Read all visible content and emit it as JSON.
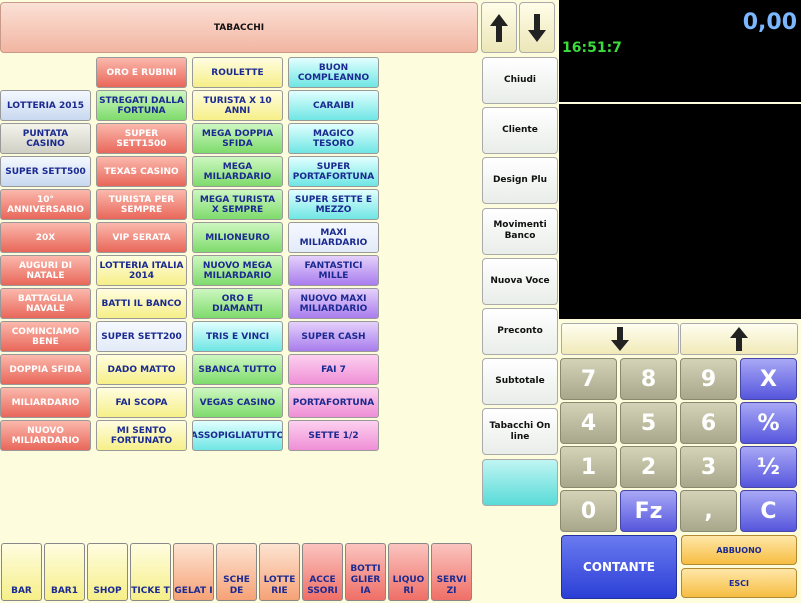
{
  "header": {
    "title": "TABACCHI"
  },
  "display": {
    "amount": "0,00",
    "time": "16:51:7"
  },
  "products": [
    {
      "label": "ORO E RUBINI",
      "col": 1,
      "row": 0,
      "color": "red"
    },
    {
      "label": "ROULETTE",
      "col": 2,
      "row": 0,
      "color": "yel"
    },
    {
      "label": "BUON COMPLEANNO",
      "col": 3,
      "row": 0,
      "color": "cyn"
    },
    {
      "label": "LOTTERIA 2015",
      "col": 0,
      "row": 1,
      "color": "lbl"
    },
    {
      "label": "STREGATI DALLA FORTUNA",
      "col": 1,
      "row": 1,
      "color": "grn"
    },
    {
      "label": "TURISTA X 10 ANNI",
      "col": 2,
      "row": 1,
      "color": "yel"
    },
    {
      "label": "CARAIBI",
      "col": 3,
      "row": 1,
      "color": "cyn"
    },
    {
      "label": "PUNTATA CASINO",
      "col": 0,
      "row": 2,
      "color": "lgr"
    },
    {
      "label": "SUPER SETT1500",
      "col": 1,
      "row": 2,
      "color": "red"
    },
    {
      "label": "MEGA DOPPIA SFIDA",
      "col": 2,
      "row": 2,
      "color": "grn"
    },
    {
      "label": "MAGICO TESORO",
      "col": 3,
      "row": 2,
      "color": "cyn"
    },
    {
      "label": "SUPER SETT500",
      "col": 0,
      "row": 3,
      "color": "lbl"
    },
    {
      "label": "TEXAS CASINO",
      "col": 1,
      "row": 3,
      "color": "red"
    },
    {
      "label": "MEGA MILIARDARIO",
      "col": 2,
      "row": 3,
      "color": "grn"
    },
    {
      "label": "SUPER PORTAFORTUNA",
      "col": 3,
      "row": 3,
      "color": "cyn"
    },
    {
      "label": "10° ANNIVERSARIO",
      "col": 0,
      "row": 4,
      "color": "red"
    },
    {
      "label": "TURISTA PER SEMPRE",
      "col": 1,
      "row": 4,
      "color": "red"
    },
    {
      "label": "MEGA TURISTA X SEMPRE",
      "col": 2,
      "row": 4,
      "color": "grn"
    },
    {
      "label": "SUPER SETTE E MEZZO",
      "col": 3,
      "row": 4,
      "color": "cyn"
    },
    {
      "label": "20X",
      "col": 0,
      "row": 5,
      "color": "red"
    },
    {
      "label": "VIP SERATA",
      "col": 1,
      "row": 5,
      "color": "red"
    },
    {
      "label": "MILIONEURO",
      "col": 2,
      "row": 5,
      "color": "grn"
    },
    {
      "label": "MAXI MILIARDARIO",
      "col": 3,
      "row": 5,
      "color": "blu"
    },
    {
      "label": "AUGURI DI NATALE",
      "col": 0,
      "row": 6,
      "color": "red"
    },
    {
      "label": "LOTTERIA ITALIA 2014",
      "col": 1,
      "row": 6,
      "color": "yel"
    },
    {
      "label": "NUOVO MEGA MILIARDARIO",
      "col": 2,
      "row": 6,
      "color": "grn"
    },
    {
      "label": "FANTASTICI MILLE",
      "col": 3,
      "row": 6,
      "color": "vio"
    },
    {
      "label": "BATTAGLIA NAVALE",
      "col": 0,
      "row": 7,
      "color": "red"
    },
    {
      "label": "BATTI IL BANCO",
      "col": 1,
      "row": 7,
      "color": "yel"
    },
    {
      "label": "ORO E DIAMANTI",
      "col": 2,
      "row": 7,
      "color": "grn"
    },
    {
      "label": "NUOVO MAXI MILIARDARIO",
      "col": 3,
      "row": 7,
      "color": "vio"
    },
    {
      "label": "COMINCIAMO BENE",
      "col": 0,
      "row": 8,
      "color": "red"
    },
    {
      "label": "SUPER SETT200",
      "col": 1,
      "row": 8,
      "color": "blu"
    },
    {
      "label": "TRIS E VINCI",
      "col": 2,
      "row": 8,
      "color": "cyn"
    },
    {
      "label": "SUPER CASH",
      "col": 3,
      "row": 8,
      "color": "vio"
    },
    {
      "label": "DOPPIA SFIDA",
      "col": 0,
      "row": 9,
      "color": "red"
    },
    {
      "label": "DADO MATTO",
      "col": 1,
      "row": 9,
      "color": "yel"
    },
    {
      "label": "SBANCA TUTTO",
      "col": 2,
      "row": 9,
      "color": "grn"
    },
    {
      "label": "FAI 7",
      "col": 3,
      "row": 9,
      "color": "pnk"
    },
    {
      "label": "MILIARDARIO",
      "col": 0,
      "row": 10,
      "color": "red"
    },
    {
      "label": "FAI SCOPA",
      "col": 1,
      "row": 10,
      "color": "yel"
    },
    {
      "label": "VEGAS CASINO",
      "col": 2,
      "row": 10,
      "color": "grn"
    },
    {
      "label": "PORTAFORTUNA",
      "col": 3,
      "row": 10,
      "color": "pnk"
    },
    {
      "label": "NUOVO MILIARDARIO",
      "col": 0,
      "row": 11,
      "color": "red"
    },
    {
      "label": "MI SENTO FORTUNATO",
      "col": 1,
      "row": 11,
      "color": "yel"
    },
    {
      "label": "ASSOPIGLIATUTTO",
      "col": 2,
      "row": 11,
      "color": "cyn"
    },
    {
      "label": "SETTE 1/2",
      "col": 3,
      "row": 11,
      "color": "pnk"
    }
  ],
  "side_buttons": [
    "Chiudi",
    "Cliente",
    "Design Plu",
    "Movimenti Banco",
    "Nuova Voce",
    "Preconto",
    "Subtotale",
    "Tabacchi On line",
    ""
  ],
  "keypad": [
    {
      "label": "7",
      "style": "g"
    },
    {
      "label": "8",
      "style": "g"
    },
    {
      "label": "9",
      "style": "g"
    },
    {
      "label": "X",
      "style": "b"
    },
    {
      "label": "4",
      "style": "g"
    },
    {
      "label": "5",
      "style": "g"
    },
    {
      "label": "6",
      "style": "g"
    },
    {
      "label": "%",
      "style": "b"
    },
    {
      "label": "1",
      "style": "g"
    },
    {
      "label": "2",
      "style": "g"
    },
    {
      "label": "3",
      "style": "g"
    },
    {
      "label": "½",
      "style": "b"
    },
    {
      "label": "0",
      "style": "g"
    },
    {
      "label": "Fz",
      "style": "b"
    },
    {
      "label": ",",
      "style": "g"
    },
    {
      "label": "C",
      "style": "b"
    }
  ],
  "payment": {
    "contante": "CONTANTE",
    "abbuono": "ABBUONO",
    "esci": "ESCI"
  },
  "categories": [
    {
      "label": "BAR",
      "style": "y"
    },
    {
      "label": "BAR1",
      "style": "y"
    },
    {
      "label": "SHOP",
      "style": "y"
    },
    {
      "label": "TICKE T",
      "style": "y"
    },
    {
      "label": "GELAT I",
      "style": "o"
    },
    {
      "label": "SCHE DE",
      "style": "o"
    },
    {
      "label": "LOTTE RIE",
      "style": "o"
    },
    {
      "label": "ACCE SSORI",
      "style": "r"
    },
    {
      "label": "BOTTI GLIER IA",
      "style": "r"
    },
    {
      "label": "LIQUO RI",
      "style": "r"
    },
    {
      "label": "SERVI ZI",
      "style": "r"
    }
  ],
  "icons": {
    "up": "arrow-up-icon",
    "down": "arrow-down-icon"
  }
}
